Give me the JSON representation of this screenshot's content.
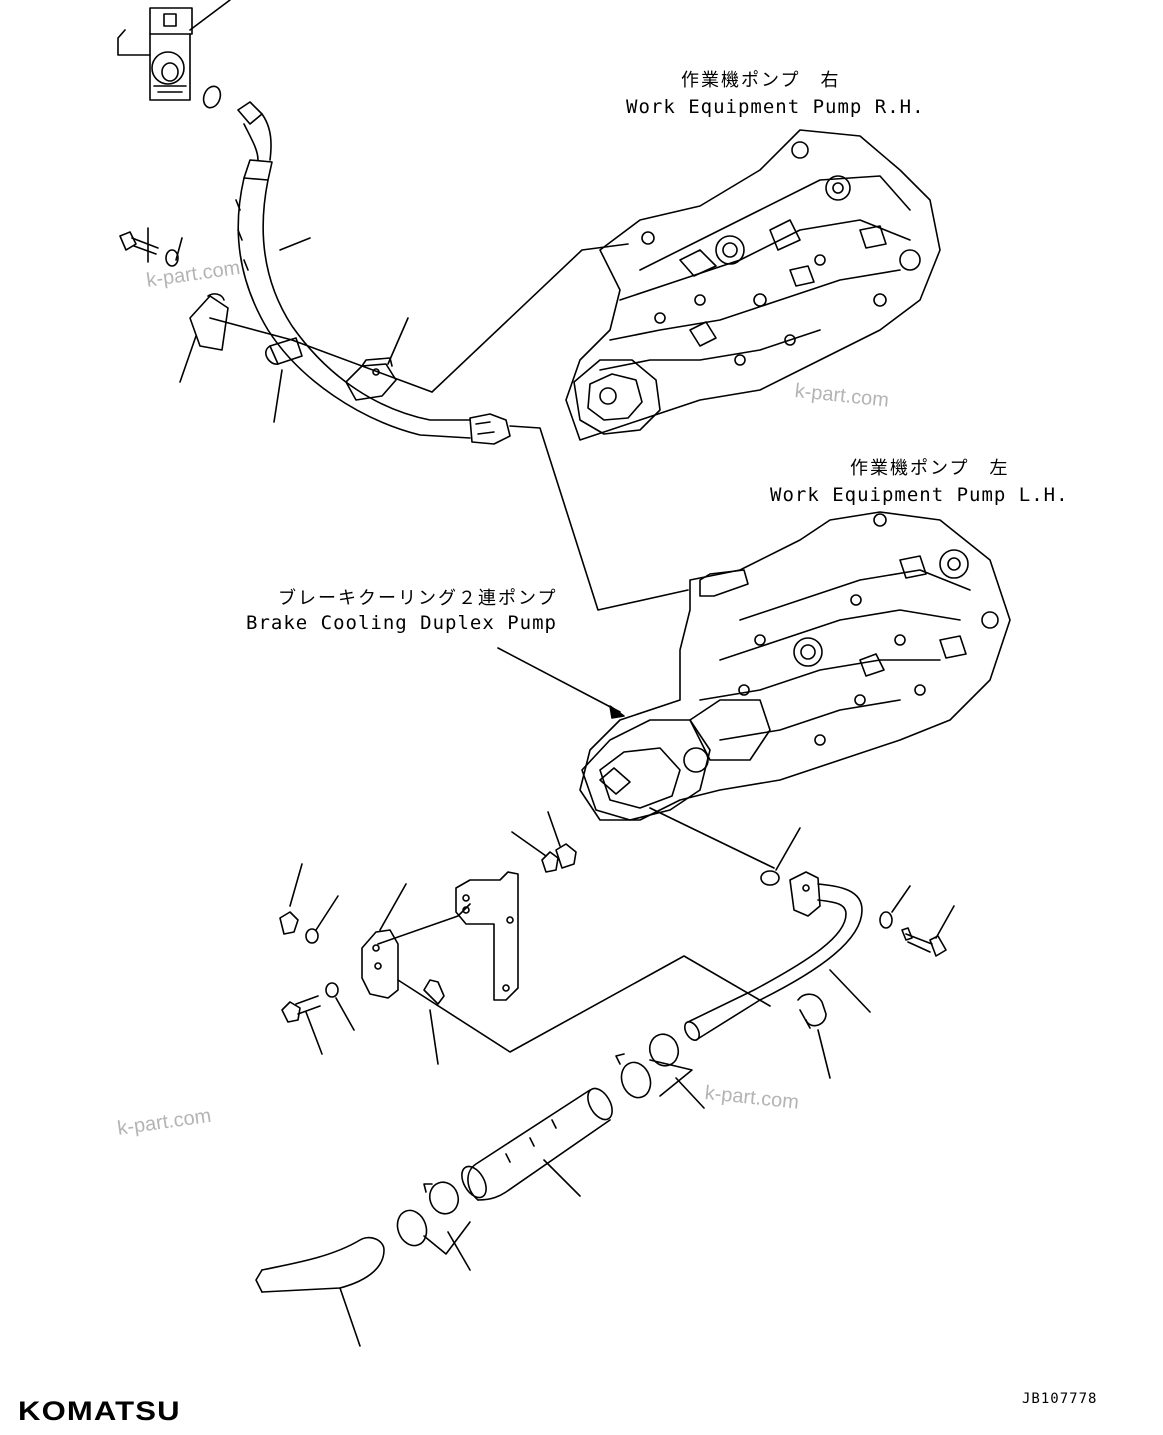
{
  "labels": {
    "pump_rh_jp": "作業機ポンプ　右",
    "pump_rh_en": "Work Equipment Pump R.H.",
    "pump_lh_jp": "作業機ポンプ　左",
    "pump_lh_en": "Work Equipment Pump L.H.",
    "brake_jp": "ブレーキクーリング２連ポンプ",
    "brake_en": "Brake Cooling Duplex Pump"
  },
  "watermark": "k-part.com",
  "logo": "KOMATSU",
  "drawing_code": "JB107778",
  "colors": {
    "line": "#000000",
    "watermark": "#b4b4b4",
    "background": "#ffffff"
  }
}
